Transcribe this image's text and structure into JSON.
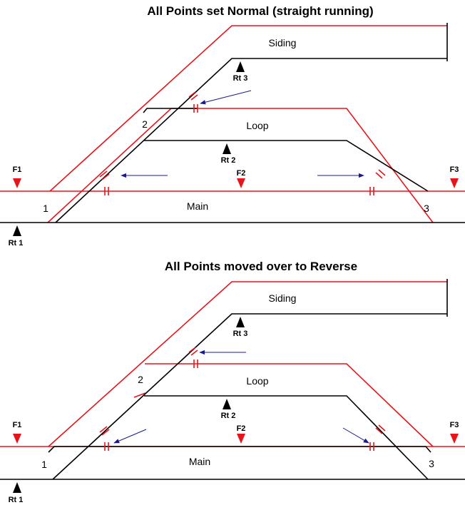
{
  "colors": {
    "track_set": "#e8141b",
    "track_other": "#000000",
    "arrow": "#1a1a8c"
  },
  "top": {
    "title": "All Points set Normal (straight running)",
    "labels": {
      "siding": "Siding",
      "loop": "Loop",
      "main": "Main",
      "p1": "1",
      "p2": "2",
      "p3": "3"
    },
    "signals": {
      "f1": "F1",
      "f2": "F2",
      "f3": "F3",
      "rt1": "Rt 1",
      "rt2": "Rt 2",
      "rt3": "Rt 3"
    }
  },
  "bottom": {
    "title": "All Points moved over to Reverse",
    "labels": {
      "siding": "Siding",
      "loop": "Loop",
      "main": "Main",
      "p1": "1",
      "p2": "2",
      "p3": "3"
    },
    "signals": {
      "f1": "F1",
      "f2": "F2",
      "f3": "F3",
      "rt1": "Rt 1",
      "rt2": "Rt 2",
      "rt3": "Rt 3"
    }
  }
}
